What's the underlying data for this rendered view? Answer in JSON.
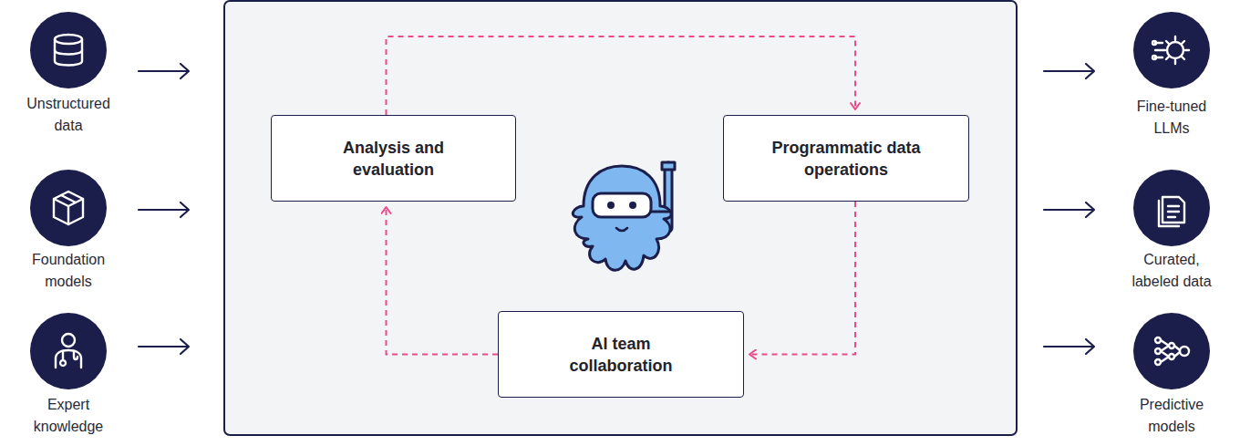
{
  "diagram": {
    "nodes": [
      {
        "text": [
          "Unstructured data"
        ]
      },
      {
        "text": [
          "Foundation models"
        ]
      },
      {
        "text": [
          "Expert knowledge"
        ]
      },
      {
        "text": [
          "Analysis and evaluation"
        ]
      },
      {
        "text": [
          "Programmatic data operations"
        ]
      },
      {
        "text": [
          "AI team collaboration"
        ]
      },
      {
        "text": [
          "Fine-tuned LLMs"
        ]
      },
      {
        "text": [
          "Curated, labeled data"
        ]
      },
      {
        "text": [
          "Predictive models"
        ]
      }
    ],
    "edges": [
      {
        "from": 3,
        "to": 4,
        "arrow": "to"
      },
      {
        "from": 4,
        "to": 5,
        "arrow": "to"
      },
      {
        "from": 5,
        "to": 3,
        "arrow": "to"
      }
    ]
  }
}
